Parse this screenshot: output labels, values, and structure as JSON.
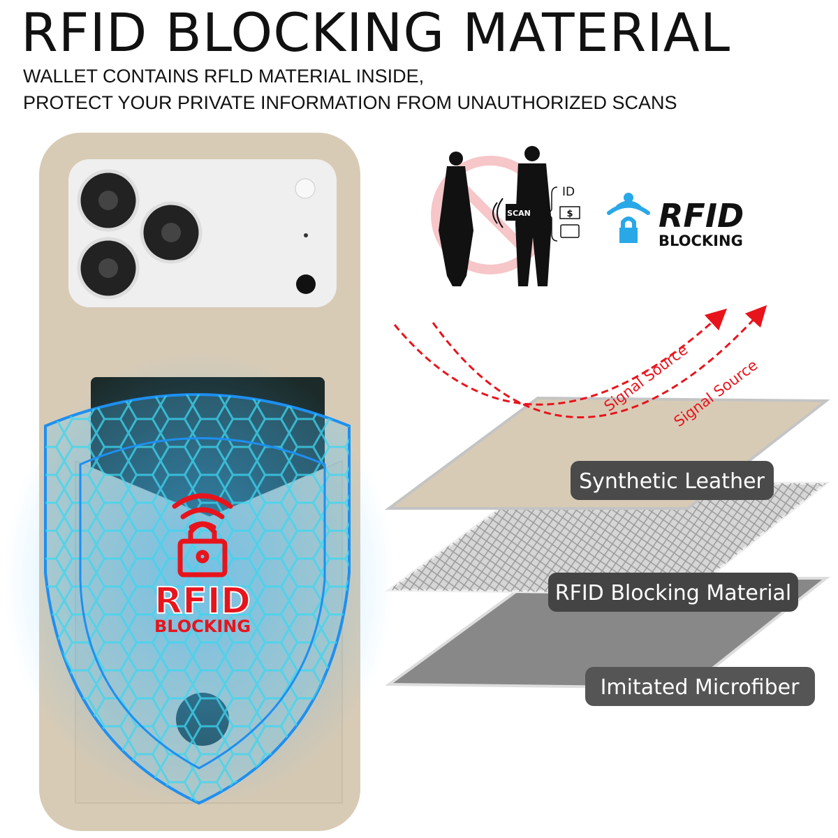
{
  "header": {
    "title": "RFID BLOCKING MATERIAL",
    "subtitle_line1": "WALLET CONTAINS RFLD MATERIAL INSIDE,",
    "subtitle_line2": "PROTECT YOUR PRIVATE INFORMATION FROM UNAUTHORIZED SCANS"
  },
  "illustration": {
    "scan_label": "SCAN",
    "id_label": "ID",
    "money_label": "$"
  },
  "badge_top": {
    "line1": "RFID",
    "line2": "BLOCKING",
    "color": "#29a8e8"
  },
  "shield_badge": {
    "line1": "RFID",
    "line2": "BLOCKING",
    "color": "#e8141c"
  },
  "signal": {
    "label1": "Signal Source",
    "label2": "Signal Source",
    "color": "#e8141c"
  },
  "layers": [
    {
      "label": "Synthetic Leather"
    },
    {
      "label": "RFID Blocking Material"
    },
    {
      "label": "Imitated Microfiber"
    }
  ]
}
